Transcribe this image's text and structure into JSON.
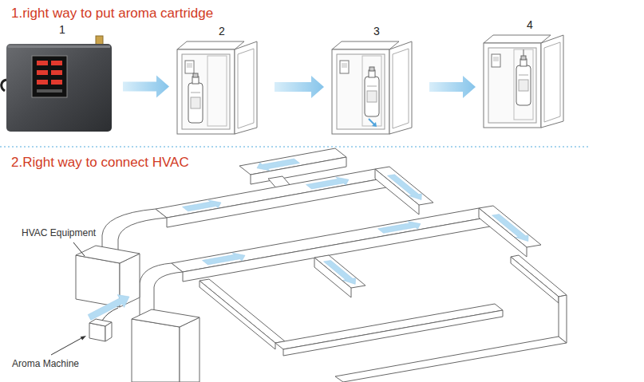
{
  "diagram": {
    "nodes": [
      {
        "text": [
          "1"
        ]
      },
      {
        "text": [
          "2"
        ]
      },
      {
        "text": [
          "3"
        ]
      },
      {
        "text": [
          "4"
        ]
      }
    ],
    "edges": [
      {
        "from": 0,
        "to": 1,
        "arrow": "to"
      },
      {
        "from": 1,
        "to": 2,
        "arrow": "to"
      },
      {
        "from": 2,
        "to": 3,
        "arrow": "to"
      }
    ],
    "labels": [
      "1.right way to put aroma cartridge",
      "2.Right way to connect HVAC",
      "HVAC Equipment",
      "Aroma Machine"
    ]
  }
}
